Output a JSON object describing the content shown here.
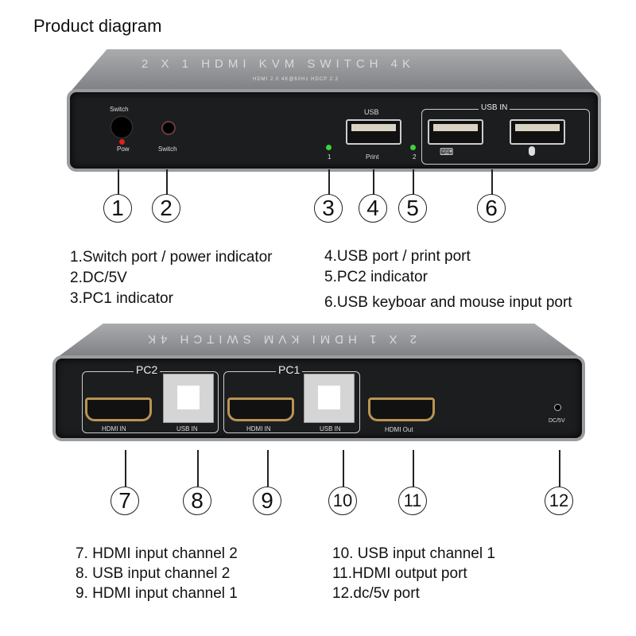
{
  "title": "Product diagram",
  "front": {
    "name": "2 X 1 HDMI KVM SWITCH 4K",
    "spec": "HDMI 2.0 4K@60Hz HDCP 2.2",
    "switch_top": "Switch",
    "pow": "Pow",
    "switch_jack": "Switch",
    "usb": "USB",
    "print": "Print",
    "led1": "1",
    "led2": "2",
    "usb_in": "USB IN"
  },
  "rear": {
    "name": "2 X 1 HDMI KVM SWITCH 4K",
    "pc2": "PC2",
    "pc1": "PC1",
    "hdmi_in": "HDMI IN",
    "usb_in": "USB IN",
    "hdmi_out": "HDMI Out",
    "dc": "DC/5V"
  },
  "colors": {
    "led_power": "#e0201c",
    "led_pc": "#3fd23f",
    "hdmi_gold": "#b89454"
  },
  "callouts_top": [
    "1",
    "2",
    "3",
    "4",
    "5",
    "6"
  ],
  "callouts_bottom": [
    "7",
    "8",
    "9",
    "10",
    "11",
    "12"
  ],
  "legend_top_left": [
    "1.Switch port / power indicator",
    "2.DC/5V",
    "3.PC1 indicator"
  ],
  "legend_top_right": [
    "4.USB port / print port",
    "5.PC2 indicator",
    "6.USB keyboar and mouse input port"
  ],
  "legend_bottom_left": [
    "7. HDMI input channel 2",
    "8. USB input channel 2",
    "9. HDMI input channel 1"
  ],
  "legend_bottom_right": [
    "10. USB input channel 1",
    "11.HDMI output port",
    "12.dc/5v port"
  ]
}
